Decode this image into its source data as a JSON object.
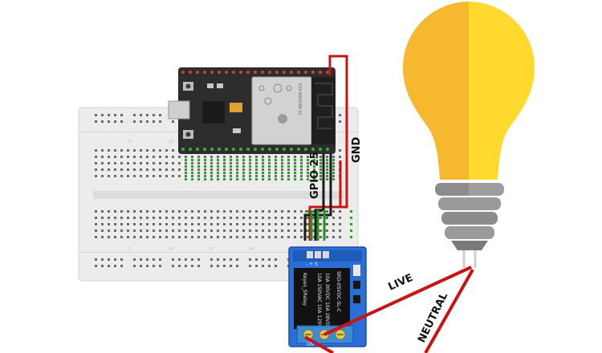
{
  "labels": {
    "gnd": "GND",
    "gpio": "GPIO 25",
    "live": "LIVE",
    "neutral": "NEUTRAL",
    "relay_brand": "Keyes_5Relay",
    "relay_model": "SRD-05VDC-SL-C",
    "relay_spec1": "10A 250VAC 10A 125VAC",
    "relay_spec2": "10A 30VDC 10A 28VDC",
    "relay_pins": "- + S",
    "relay_on": "ON",
    "module_brand": "ESP-WROOM-32"
  },
  "colors": {
    "wire_red": "#c81414",
    "wire_black": "#1a1a1a",
    "wire_green": "#2e8b2e",
    "bulb_left": "#f5b82e",
    "bulb_right": "#ffd92e",
    "bulb_base": "#8c8c8c",
    "relay_blue": "#2b6fd6",
    "board_dark": "#2d2d2d",
    "breadboard": "#ebebeb"
  }
}
